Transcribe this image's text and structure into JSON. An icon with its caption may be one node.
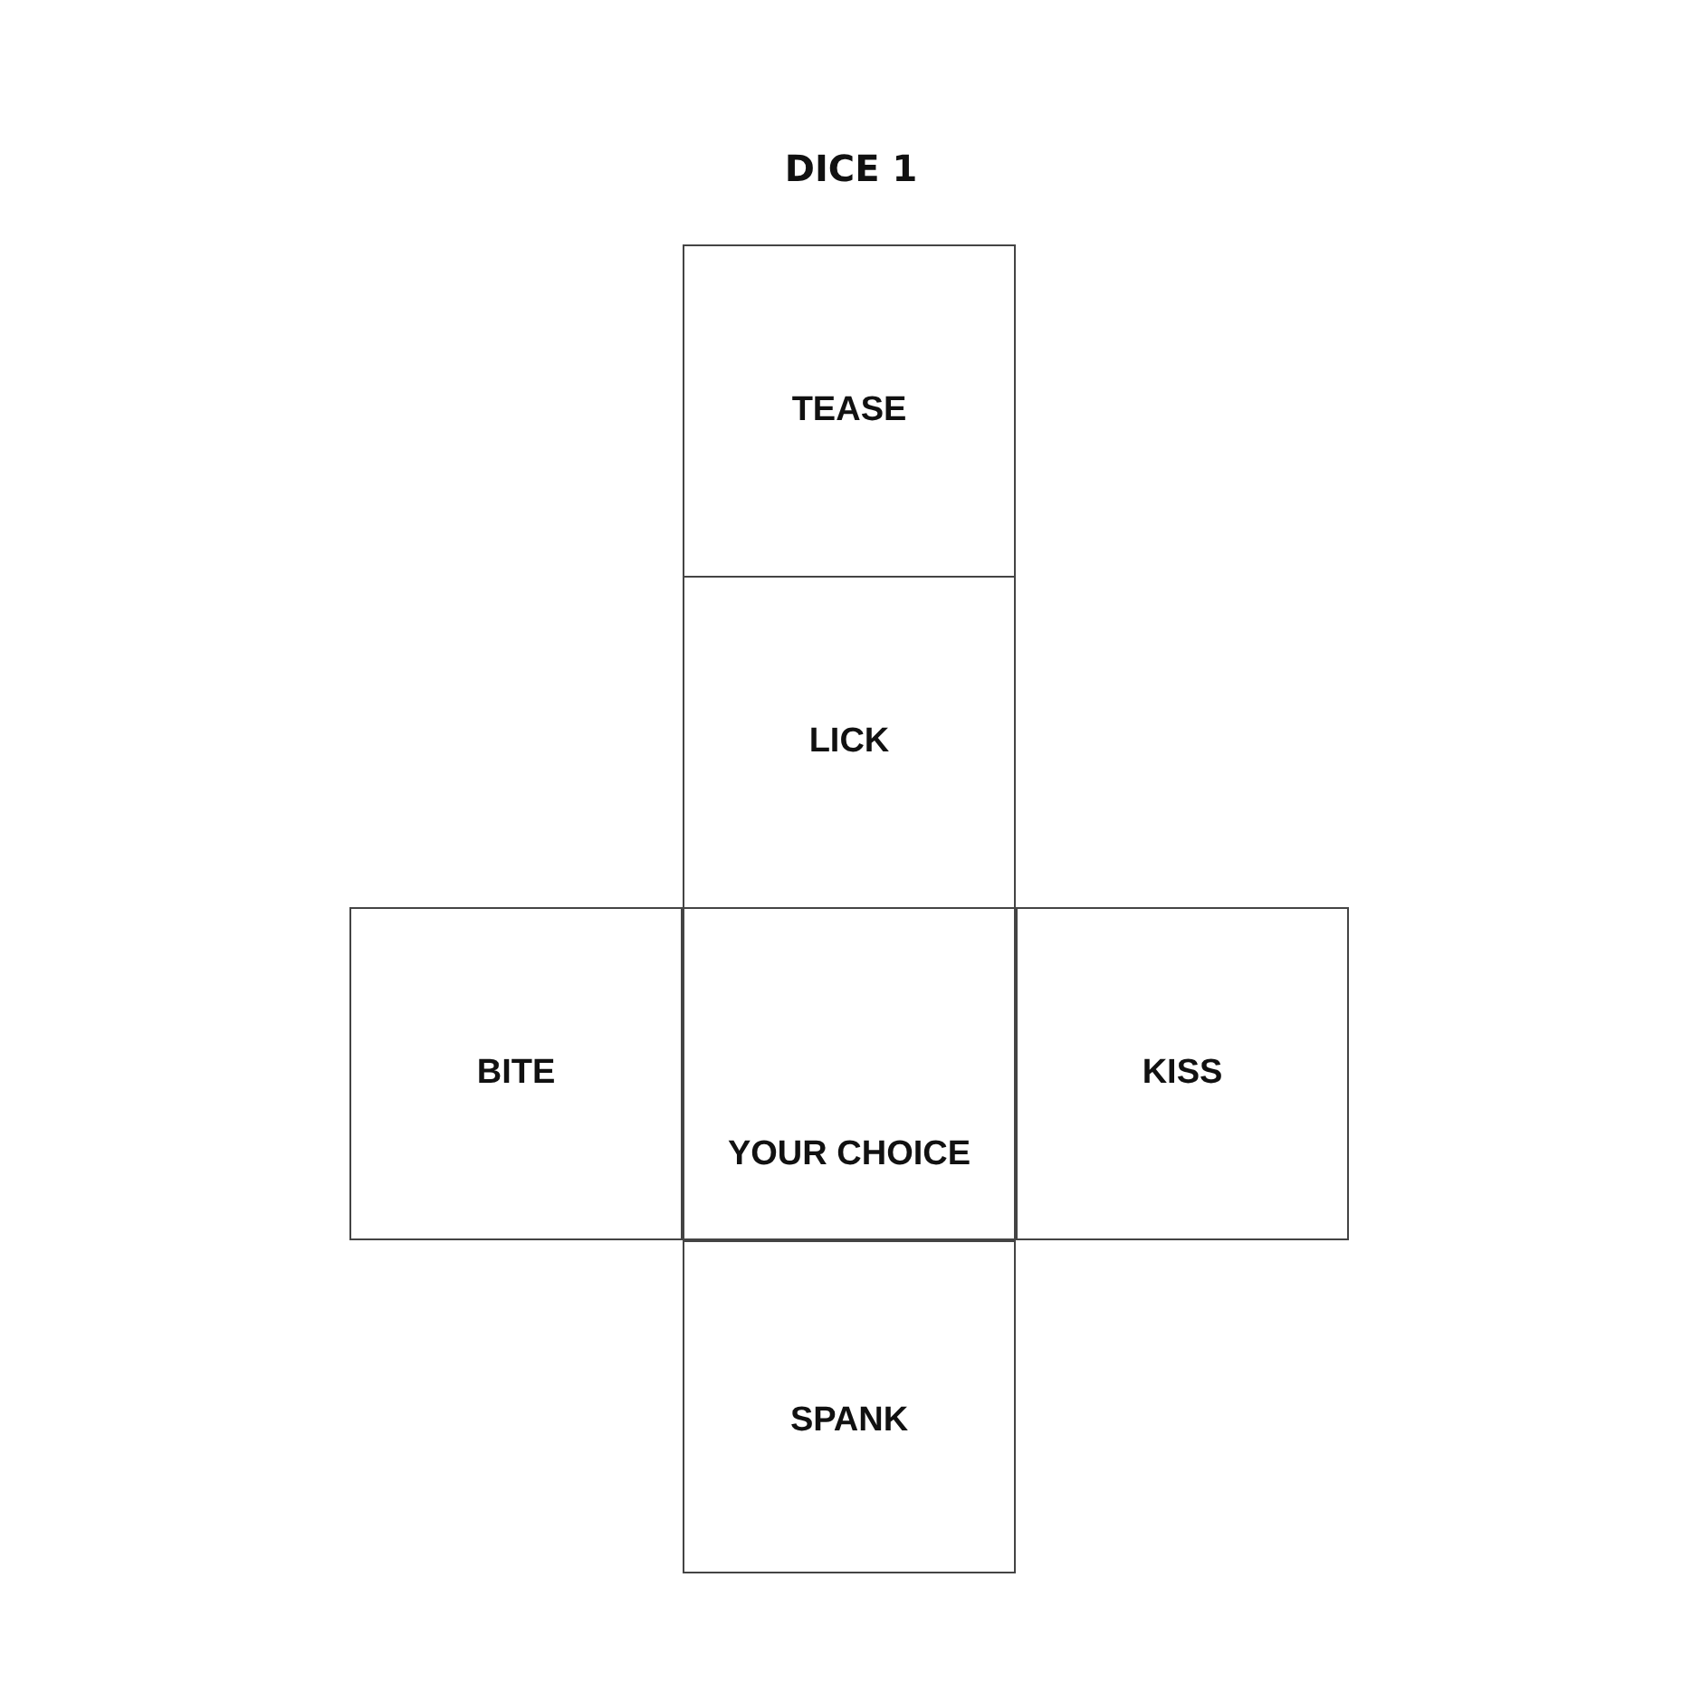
{
  "diagram": {
    "title": "DICE 1",
    "nodes": [
      {
        "text": [
          "TEASE"
        ]
      },
      {
        "text": [
          "LICK"
        ]
      },
      {
        "text": [
          "BITE"
        ]
      },
      {
        "text": [
          "YOUR CHOICE"
        ]
      },
      {
        "text": [
          "KISS"
        ]
      },
      {
        "text": [
          "SPANK"
        ]
      }
    ]
  }
}
